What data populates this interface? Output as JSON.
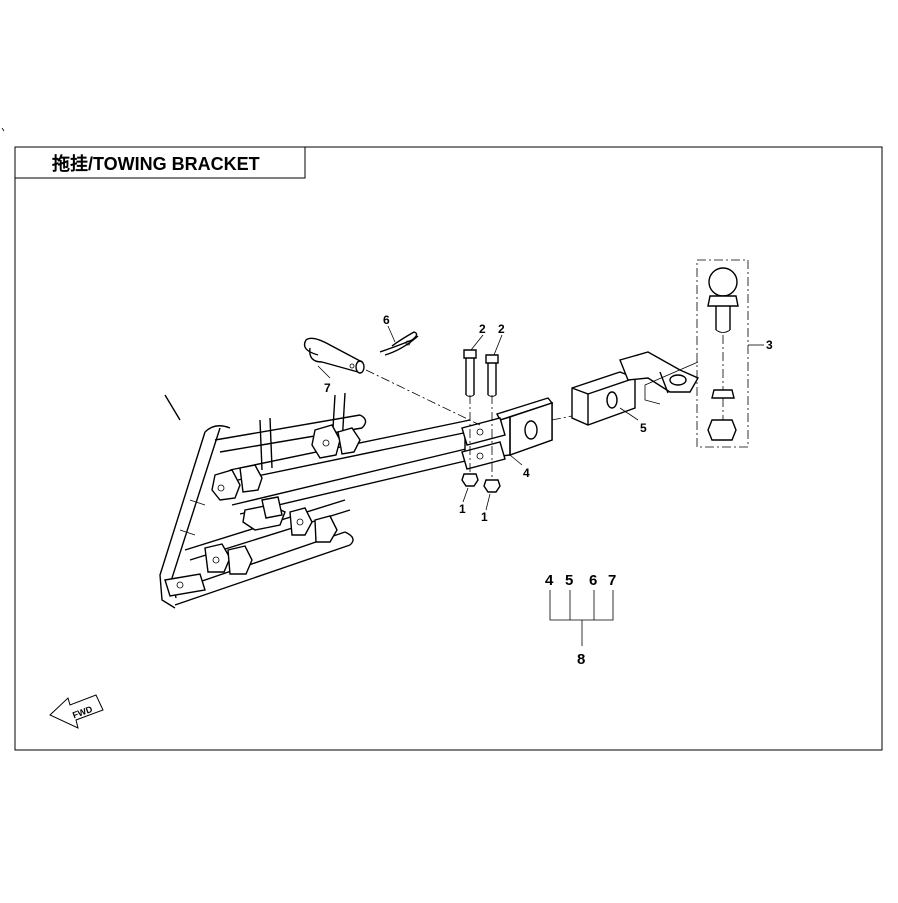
{
  "title": "拖挂/TOWING BRACKET",
  "callouts": [
    {
      "id": "c1a",
      "label": "1"
    },
    {
      "id": "c1b",
      "label": "1"
    },
    {
      "id": "c2a",
      "label": "2"
    },
    {
      "id": "c2b",
      "label": "2"
    },
    {
      "id": "c3",
      "label": "3"
    },
    {
      "id": "c4",
      "label": "4"
    },
    {
      "id": "c5",
      "label": "5"
    },
    {
      "id": "c6",
      "label": "6"
    },
    {
      "id": "c7",
      "label": "7"
    }
  ],
  "assembly_group": {
    "members": [
      "4",
      "5",
      "6",
      "7"
    ],
    "result": "8"
  },
  "fwd_label": "FWD"
}
